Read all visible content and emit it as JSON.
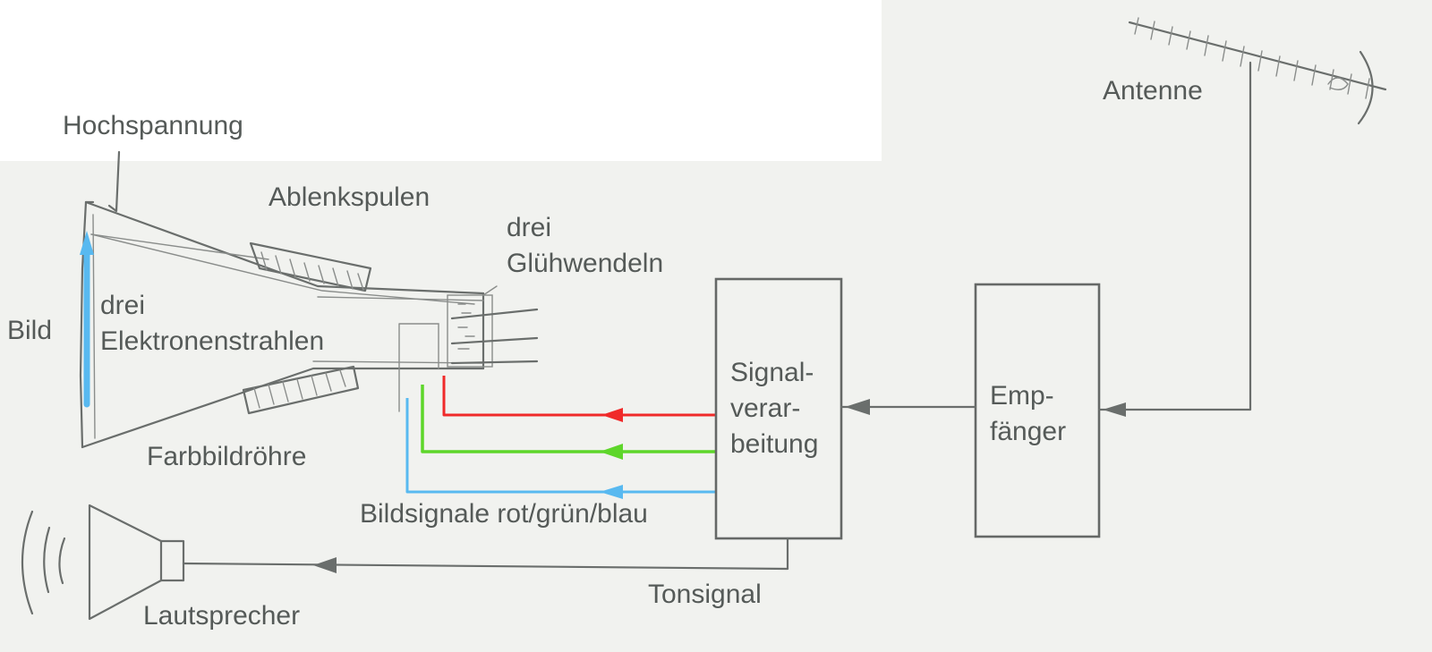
{
  "labels": {
    "hochspannung": "Hochspannung",
    "ablenkspulen": "Ablenkspulen",
    "gluehwendeln_1": "drei",
    "gluehwendeln_2": "Glühwendeln",
    "bild": "Bild",
    "elektronenstrahlen_1": "drei",
    "elektronenstrahlen_2": "Elektronenstrahlen",
    "farbbildroehre": "Farbbildröhre",
    "bildsignale": "Bildsignale rot/grün/blau",
    "lautsprecher": "Lautsprecher",
    "tonsignal": "Tonsignal",
    "antenne": "Antenne",
    "signalverarbeitung_1": "Signal-",
    "signalverarbeitung_2": "verar-",
    "signalverarbeitung_3": "beitung",
    "empfaenger_1": "Emp-",
    "empfaenger_2": "fänger"
  },
  "colors": {
    "signal_red": "#f02a2a",
    "signal_green": "#5ed62a",
    "signal_blue": "#58b9f0",
    "pencil": "#6a6e6c",
    "text": "#555a58"
  }
}
